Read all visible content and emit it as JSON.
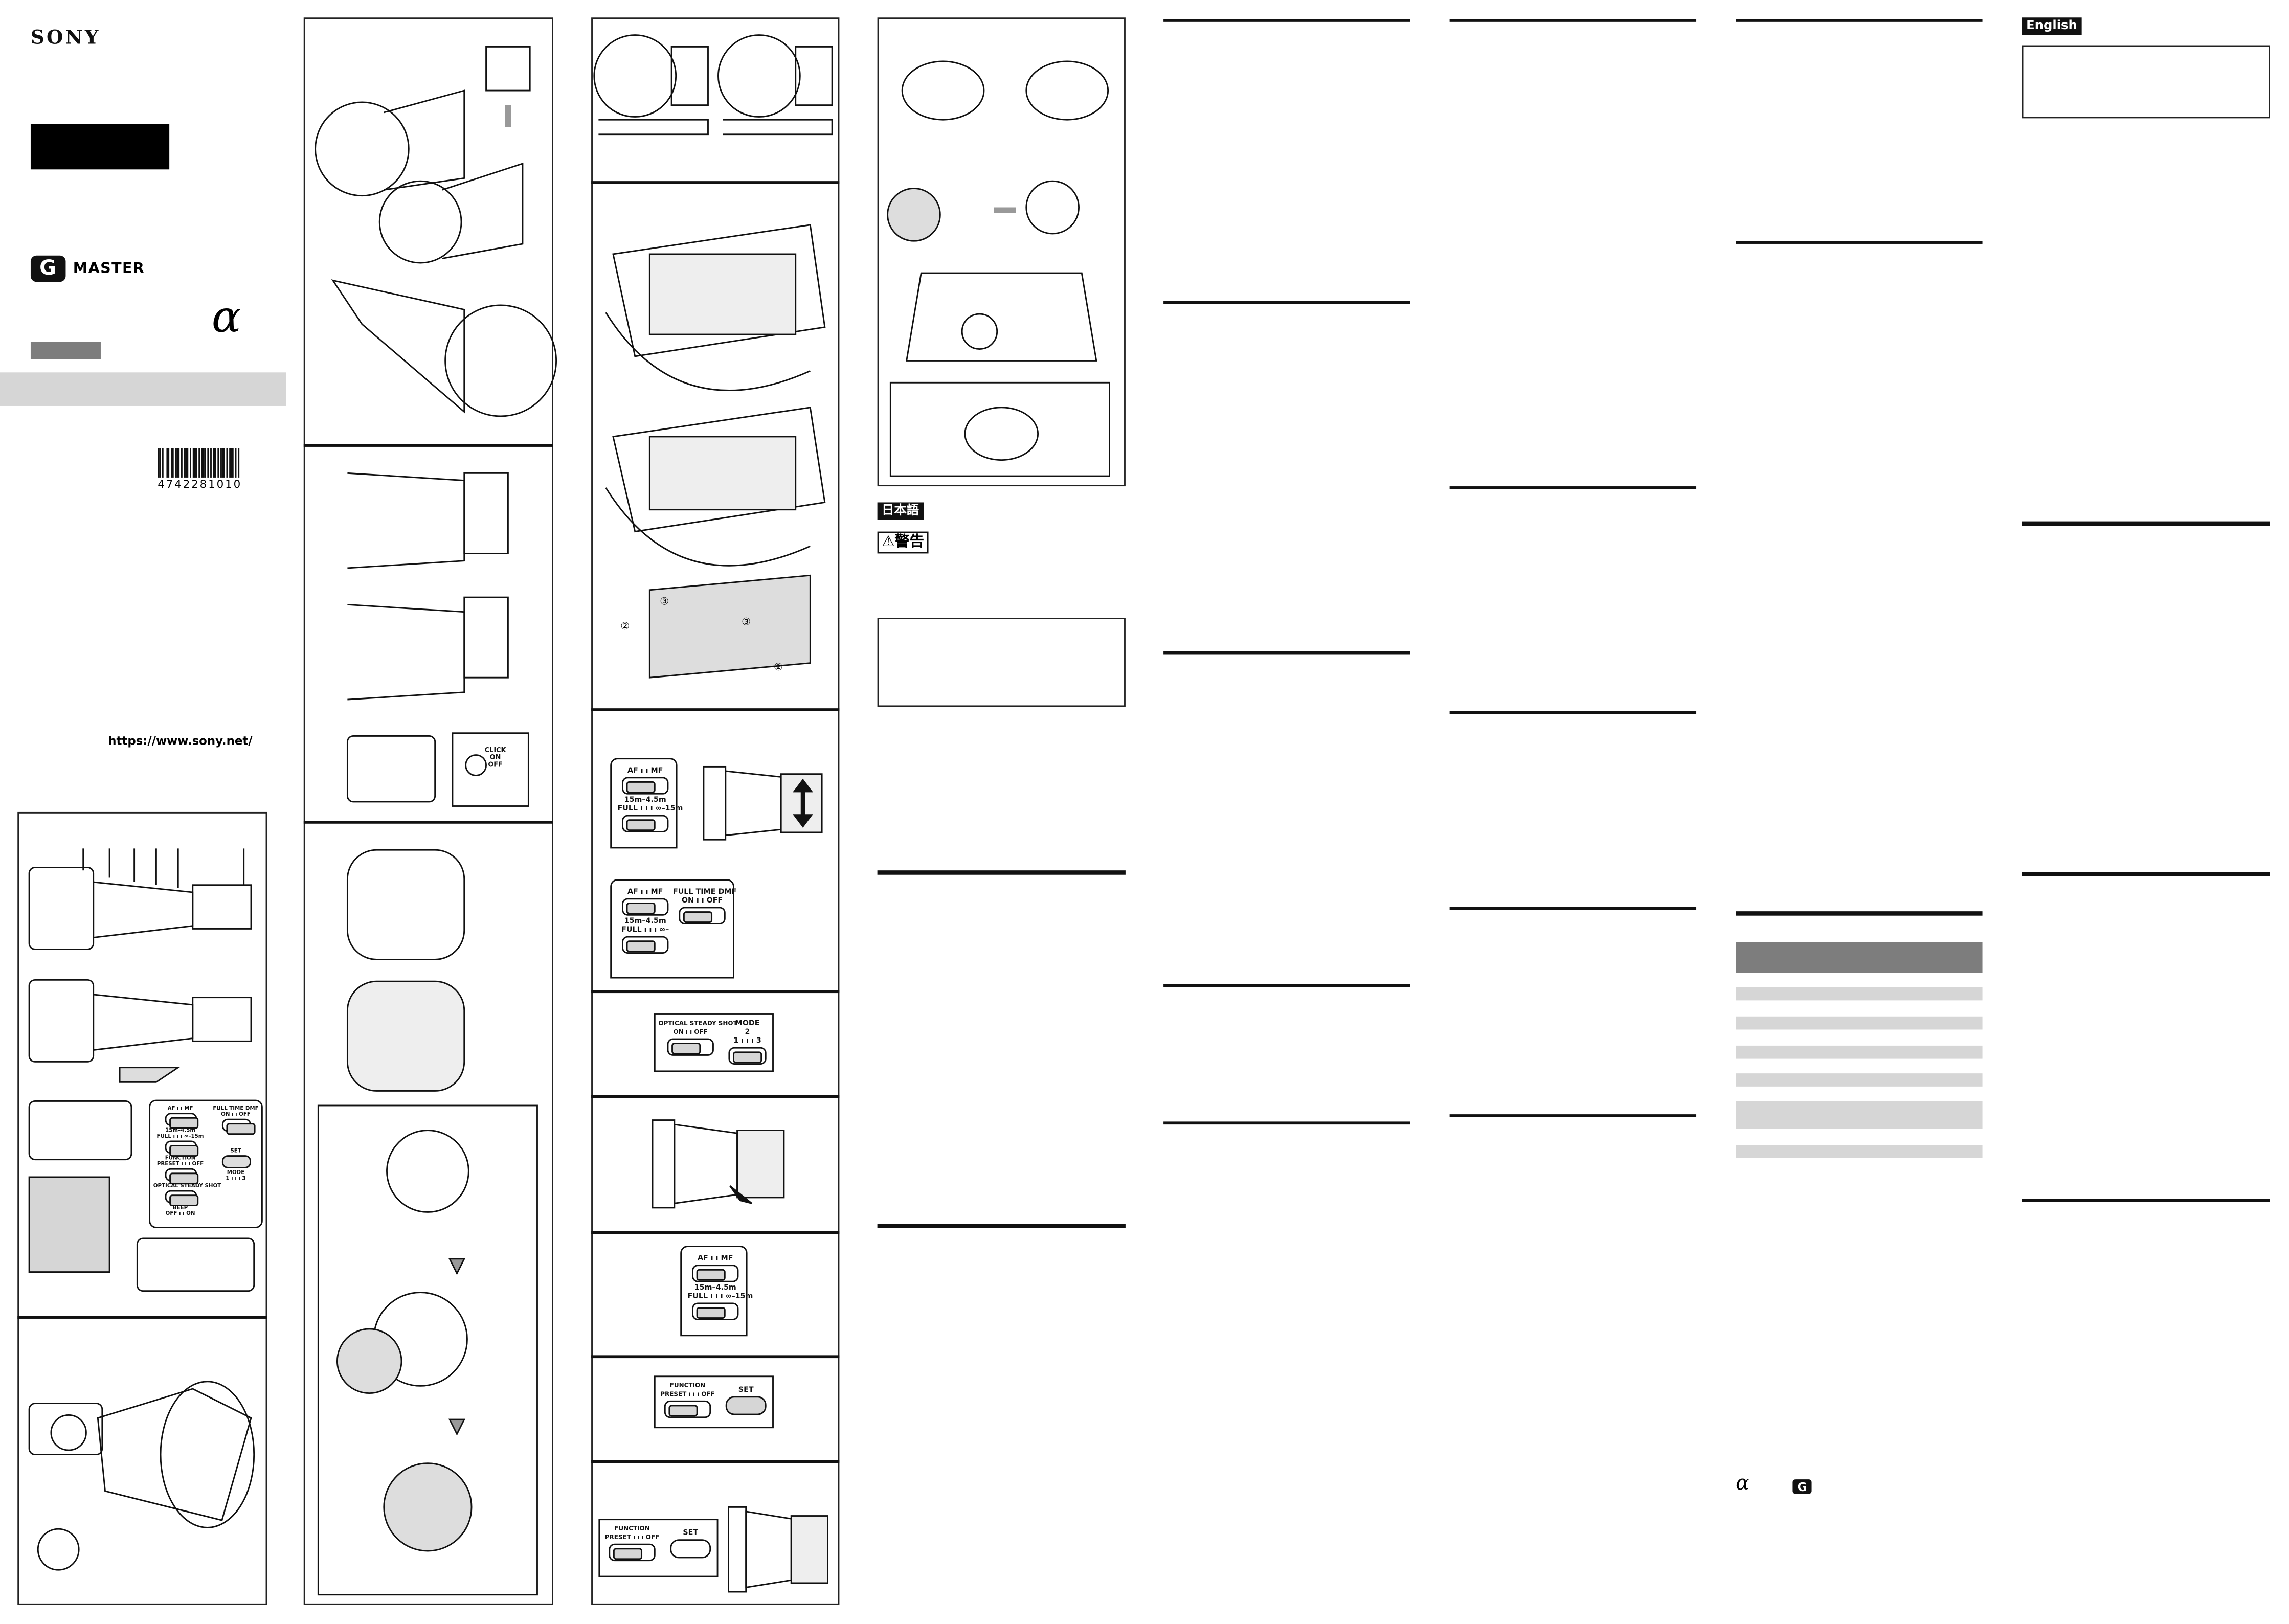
{
  "cover": {
    "brand": "SONY",
    "series_logo": "MASTER",
    "series_logo_letter": "G",
    "alpha_mark": "α",
    "barcode_number": "4742281010",
    "url": "https://www.sony.net/"
  },
  "japanese": {
    "language_label": "日本語",
    "warning_label": "警告",
    "warning_symbol": "⚠"
  },
  "english": {
    "language_label": "English"
  },
  "switches": {
    "af_mf": "AF ı ı MF",
    "range_top": "15m–4.5m",
    "range_full": "FULL ı ı ı ∞–15m",
    "range_full_short": "FULL ı ı ı ∞–",
    "dmf_title": "FULL TIME DMF",
    "dmf_states": "ON ı ı OFF",
    "oss_title": "OPTICAL STEADY SHOT",
    "oss_states": "ON ı ı OFF",
    "mode_title": "MODE",
    "mode_mid": "2",
    "mode_states": "1 ı ı ı 3",
    "function_title": "FUNCTION",
    "function_states": "PRESET ı ı ı OFF",
    "set": "SET",
    "beep_title": "BEEP",
    "beep_states": "OFF ı ı ON",
    "click_title": "CLICK",
    "click_on": "ON",
    "click_off": "OFF"
  },
  "callouts": [
    "①",
    "②",
    "③"
  ],
  "footer_logos": {
    "alpha": "α",
    "g": "G"
  }
}
